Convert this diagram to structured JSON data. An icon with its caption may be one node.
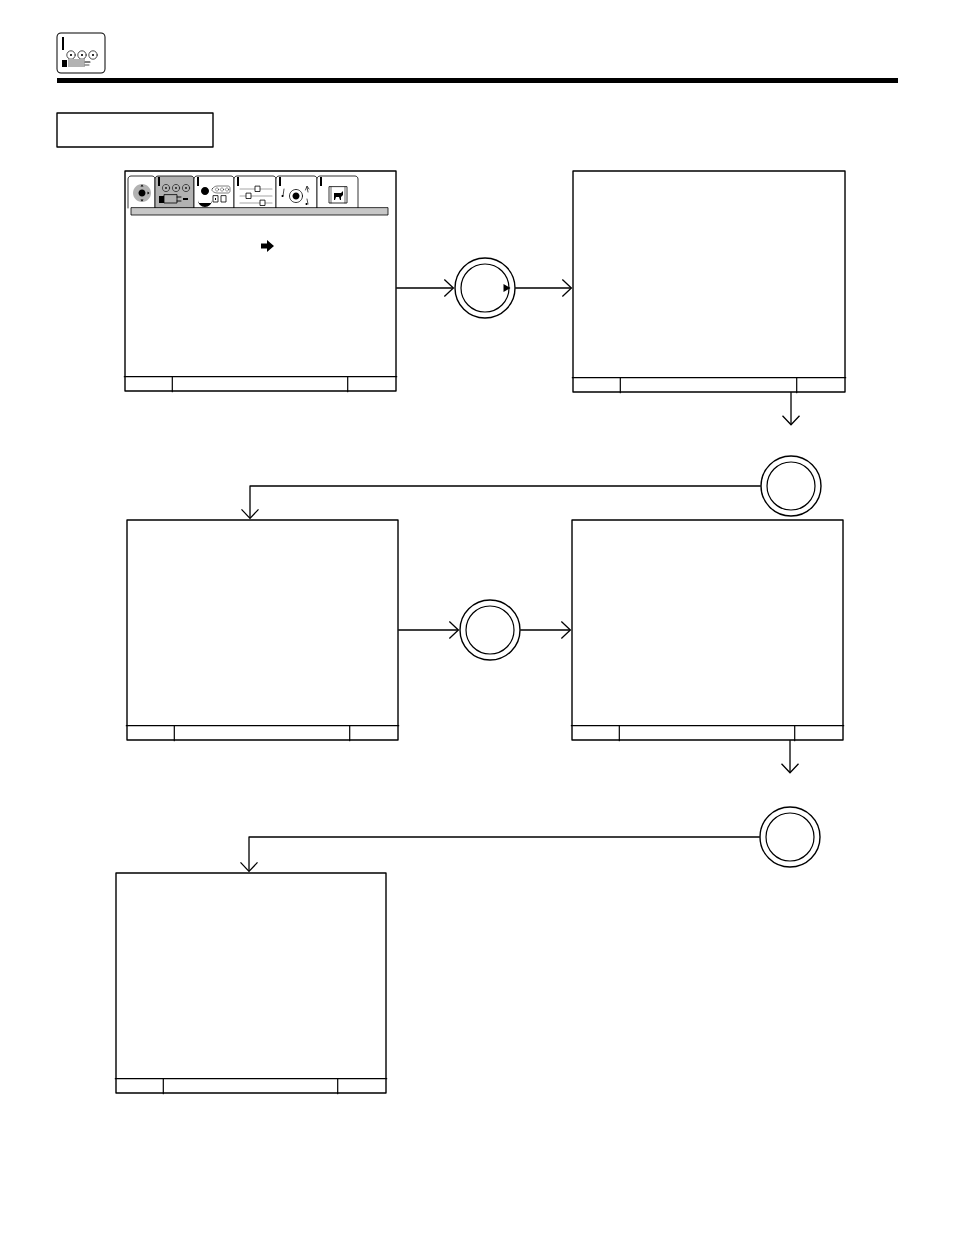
{
  "diagram": {
    "nodes": [
      {
        "text": [],
        "shape": "box"
      },
      {
        "text": [],
        "shape": "box"
      },
      {
        "text": [],
        "shape": "circle"
      },
      {
        "text": [],
        "shape": "box"
      },
      {
        "text": [],
        "shape": "circle"
      },
      {
        "text": [],
        "shape": "box"
      },
      {
        "text": [],
        "shape": "circle"
      },
      {
        "text": [],
        "shape": "box"
      },
      {
        "text": [],
        "shape": "circle"
      },
      {
        "text": [],
        "shape": "box"
      }
    ],
    "edges": [
      {
        "from": 1,
        "to": 2,
        "arrow": "to"
      },
      {
        "from": 2,
        "to": 3,
        "arrow": "to"
      },
      {
        "from": 3,
        "to": null,
        "arrow": "to"
      },
      {
        "from": 4,
        "to": 5,
        "arrow": "to"
      },
      {
        "from": 5,
        "to": 6,
        "arrow": "to"
      },
      {
        "from": 6,
        "to": 7,
        "arrow": "to"
      },
      {
        "from": 7,
        "to": null,
        "arrow": "to"
      },
      {
        "from": 8,
        "to": 9,
        "arrow": "to"
      }
    ]
  }
}
